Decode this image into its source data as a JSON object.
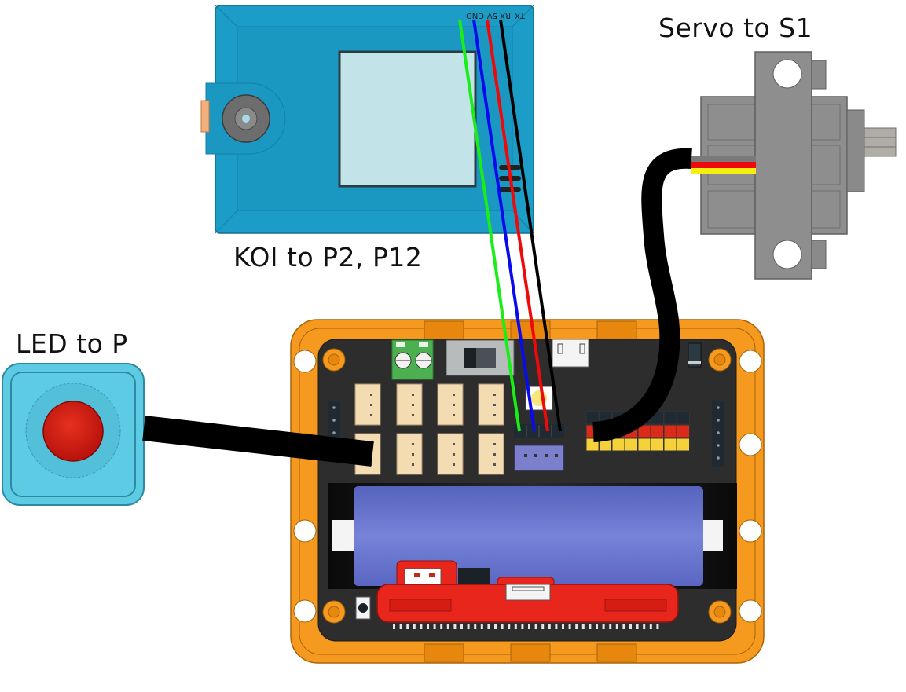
{
  "title": "Wiring diagram: KOI, Servo and LED connections",
  "labels": {
    "servo": "Servo to S1",
    "koi": "KOI to P2, P12",
    "led": "LED to P"
  },
  "koi_module": {
    "pin_labels": [
      "TX",
      "RX",
      "5V",
      "GND"
    ],
    "wire_colors": [
      "#19ee19",
      "#0a0aee",
      "#ee0a0a",
      "#000000"
    ],
    "body_color": "#1b9dc7",
    "screen_color": "#c2e4e8"
  },
  "servo": {
    "wire_colors": [
      "#7a7a7a",
      "#ee0a0a",
      "#f5ee10"
    ],
    "body_color": "#8e8e8e"
  },
  "led_module": {
    "body_color": "#5ccbe3",
    "lens_color": "#cc1a12"
  },
  "controller_board": {
    "frame_color": "#f59a1f",
    "pcb_color": "#2d2d2d",
    "battery_color": "#6f7bd3",
    "microbit_color": "#e8261b",
    "jst_ports": 8,
    "header_rows": [
      "#1f2a33",
      "#d92a1a",
      "#f5d23a"
    ]
  },
  "colors": {
    "cable": "#000000",
    "label_text": "#111111"
  }
}
